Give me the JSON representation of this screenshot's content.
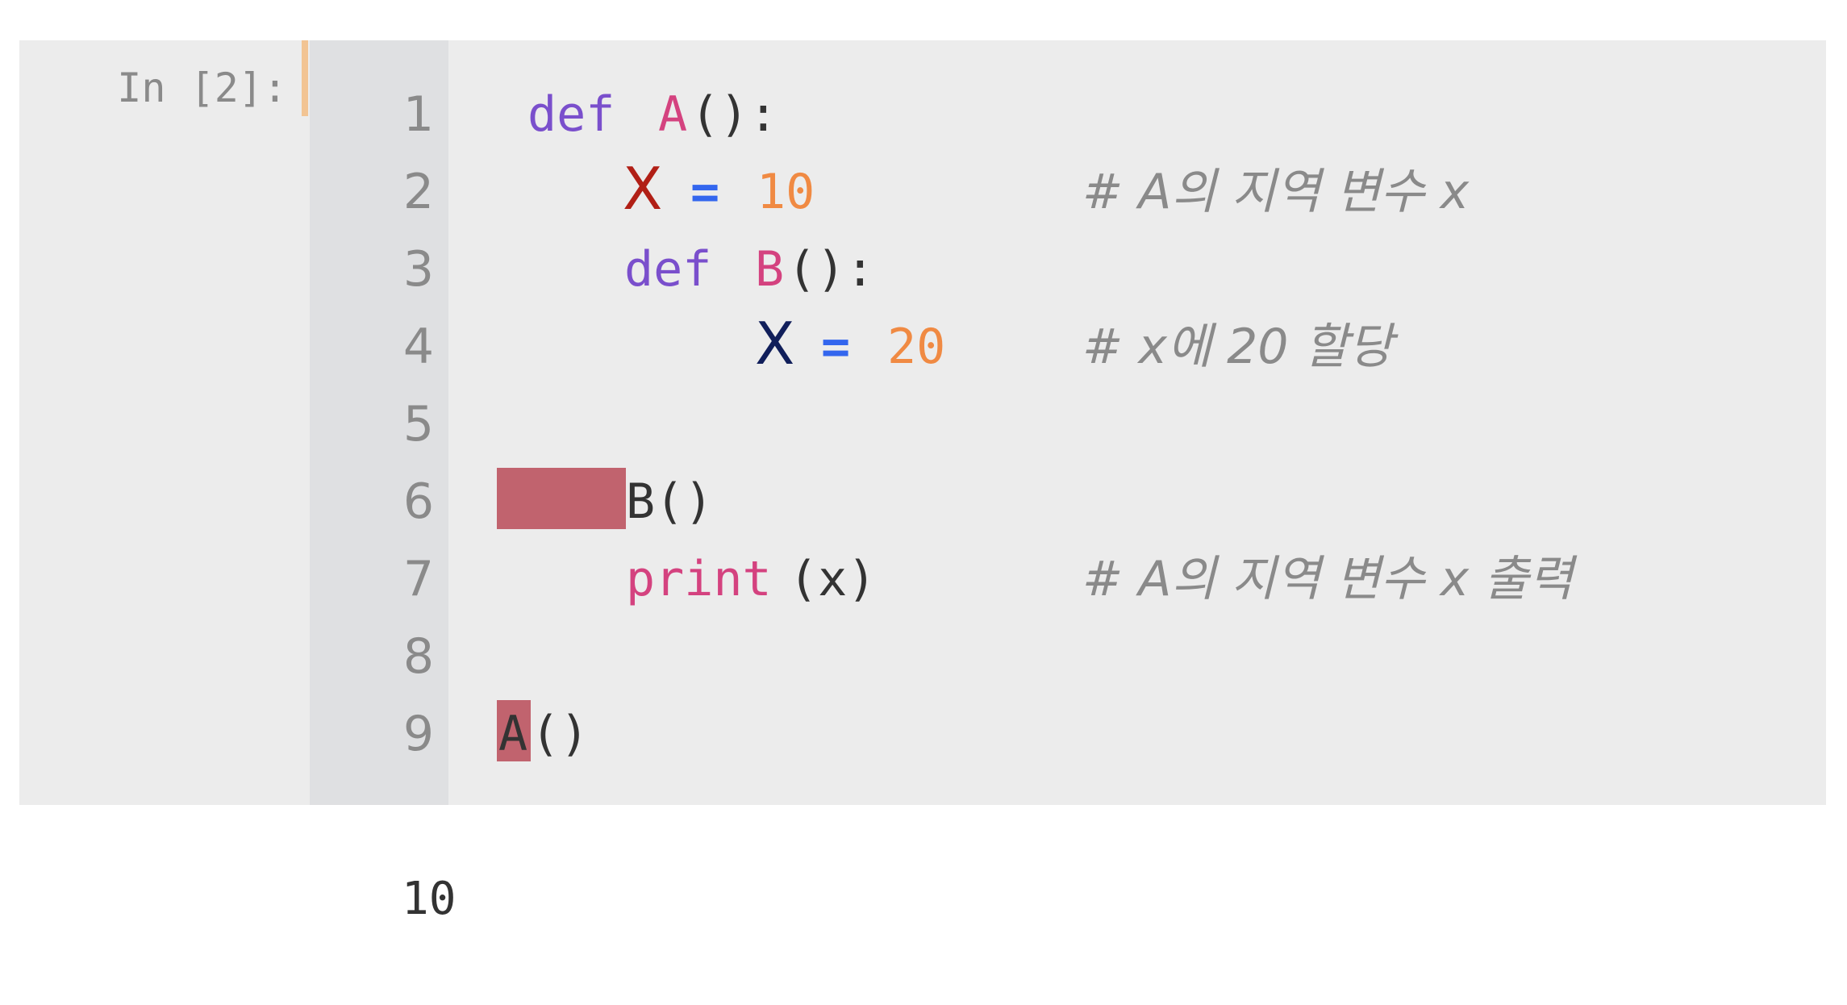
{
  "cell": {
    "prompt": "In [2]:",
    "line_numbers": [
      "1",
      "2",
      "3",
      "4",
      "5",
      "6",
      "7",
      "8",
      "9"
    ],
    "code": {
      "l1_def": "def",
      "l1_name": "A",
      "l1_punc": "():",
      "l2_var": "X",
      "l2_eq": "=",
      "l2_num": "10",
      "l2_comment": "# A의 지역 변수 x",
      "l3_def": "def",
      "l3_name": "B",
      "l3_punc": "():",
      "l4_var": "X",
      "l4_eq": "=",
      "l4_num": "20",
      "l4_comment": "# x에 20 할당",
      "l6_call": "B()",
      "l7_print": "print",
      "l7_args": "(x)",
      "l7_comment": "# A의 지역 변수 x 출력",
      "l9_name": "A",
      "l9_punc": "()"
    }
  },
  "output": {
    "text": "10"
  },
  "colors": {
    "keyword": "#7a4fcc",
    "function_name": "#d4427f",
    "number": "#f08a43",
    "operator": "#3366ee",
    "comment": "#8a8a8a",
    "var_outer": "#b11f16",
    "var_inner": "#101e5a",
    "highlight": "#c1636e",
    "cell_bg": "#ececec",
    "gutter_bg": "#dfe0e2",
    "focus_bar": "#f2c493"
  }
}
